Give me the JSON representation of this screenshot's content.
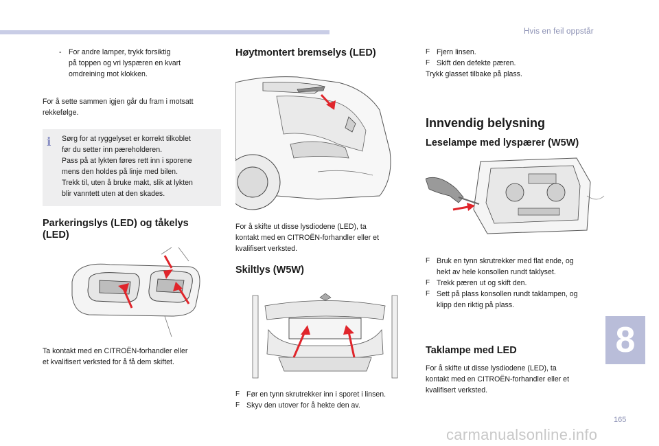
{
  "header": {
    "chapter_title": "Hvis en feil oppstår"
  },
  "col1": {
    "dash_item": [
      "-",
      "For andre lamper, trykk forsiktig",
      "på toppen og vri lyspæren en kvart",
      "omdreining mot klokken."
    ],
    "reassemble": [
      "For å sette sammen igjen går du fram i motsatt",
      "rekkefølge."
    ],
    "info_box": {
      "icon": "i",
      "lines": [
        "Sørg for at ryggelyset er korrekt tilkoblet",
        "før du setter inn pæreholderen.",
        "Pass på at lykten føres rett inn i sporene",
        "mens den holdes på linje med bilen.",
        "Trekk til, uten å bruke makt, slik at lykten",
        "blir vanntett uten at den skades."
      ]
    },
    "parking_heading": [
      "Parkeringslys (LED) og tåkelys",
      "(LED)"
    ],
    "parking_text": [
      "Ta kontakt med en CITROËN-forhandler eller",
      "et kvalifisert verksted for å få dem skiftet."
    ]
  },
  "col2": {
    "brake_heading": "Høytmontert bremselys (LED)",
    "brake_text": [
      "For å skifte ut disse lysdiodene (LED), ta",
      "kontakt med en CITROËN-forhandler eller et",
      "kvalifisert verksted."
    ],
    "plate_heading": "Skiltlys (W5W)",
    "plate_steps": [
      {
        "sym": "F",
        "text": "Før en tynn skrutrekker inn i sporet i linsen."
      },
      {
        "sym": "F",
        "text": "Skyv den utover for å hekte den av."
      }
    ]
  },
  "col3": {
    "top_steps": [
      {
        "sym": "F",
        "text": "Fjern linsen."
      },
      {
        "sym": "F",
        "text": "Skift den defekte pæren."
      }
    ],
    "top_text": "Trykk glasset tilbake på plass.",
    "interior_heading": "Innvendig belysning",
    "reading_heading": "Leselampe med lyspærer (W5W)",
    "reading_steps": [
      {
        "sym": "F",
        "lines": [
          "Bruk en tynn skrutrekker med flat ende, og",
          "hekt av hele konsollen rundt taklyset."
        ]
      },
      {
        "sym": "F",
        "lines": [
          "Trekk pæren ut og skift den."
        ]
      },
      {
        "sym": "F",
        "lines": [
          "Sett på plass konsollen rundt taklampen, og",
          "klipp den riktig på plass."
        ]
      }
    ],
    "ceiling_heading": "Taklampe med LED",
    "ceiling_text": [
      "For å skifte ut disse lysdiodene (LED), ta",
      "kontakt med en CITROËN-forhandler eller et",
      "kvalifisert verksted."
    ]
  },
  "footer": {
    "chapter_number": "8",
    "page_number": "165",
    "watermark": "carmanualsonline.info"
  },
  "colors": {
    "accent": "#c9cde6",
    "arrow": "#e0252b",
    "chapter_tab": "#b9bdd9"
  }
}
